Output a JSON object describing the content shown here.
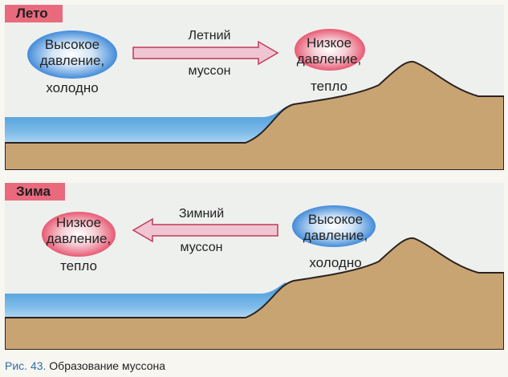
{
  "summer": {
    "label": "Лето",
    "left_blob": {
      "line1": "Высокое",
      "line2": "давление,",
      "line3": "холодно"
    },
    "right_blob": {
      "line1": "Низкое",
      "line2": "давление,",
      "line3": "тепло"
    },
    "arrow": {
      "line1": "Летний",
      "line2": "муссон"
    },
    "colors": {
      "cool": "#3a86d8",
      "warm": "#e8526d"
    }
  },
  "winter": {
    "label": "Зима",
    "left_blob": {
      "line1": "Низкое",
      "line2": "давление,",
      "line3": "тепло"
    },
    "right_blob": {
      "line1": "Высокое",
      "line2": "давление,",
      "line3": "холодно"
    },
    "arrow": {
      "line1": "Зимний",
      "line2": "муссон"
    },
    "colors": {
      "cool": "#3a86d8",
      "warm": "#e8526d"
    }
  },
  "caption": {
    "fig": "Рис. 43.",
    "text": "Образование муссона"
  },
  "palette": {
    "land": "#c9a473",
    "land_edge": "#2b2320",
    "sea": "#4da2df",
    "sea_light": "#bfe0f4",
    "arrow_fill": "#f0c5d2",
    "arrow_stroke": "#c0395a"
  }
}
